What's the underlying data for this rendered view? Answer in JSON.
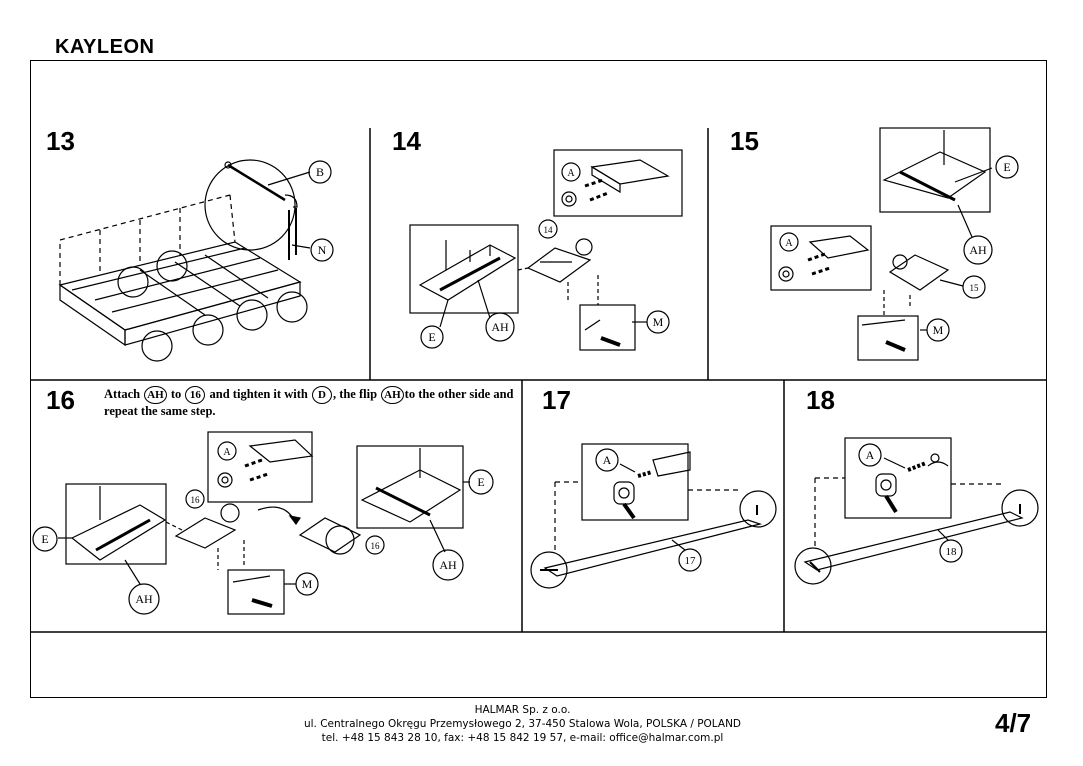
{
  "title": "KAYLEON",
  "steps": [
    {
      "number": "13"
    },
    {
      "number": "14"
    },
    {
      "number": "15"
    },
    {
      "number": "16"
    },
    {
      "number": "17"
    },
    {
      "number": "18"
    }
  ],
  "step16_instruction": {
    "w1": "Attach",
    "c1": "AH",
    "w2": "to",
    "c2": "16",
    "w3": "and tighten it with",
    "c3": "D",
    "w4": ", the flip",
    "c4": "AH",
    "w5": "to the other side and repeat the same step."
  },
  "callouts": {
    "s13_b": "B",
    "s13_n": "N",
    "s14_a": "A",
    "s14_num": "14",
    "s14_m": "M",
    "s14_e": "E",
    "s14_ah": "AH",
    "s15_e": "E",
    "s15_ah": "AH",
    "s15_a": "A",
    "s15_num": "15",
    "s15_m": "M",
    "s16_a": "A",
    "s16_num_left": "16",
    "s16_e_left": "E",
    "s16_ah_left": "AH",
    "s16_m": "M",
    "s16_e_right": "E",
    "s16_num_right": "16",
    "s16_ah_right": "AH",
    "s17_a": "A",
    "s17_num": "17",
    "s18_a": "A",
    "s18_num": "18"
  },
  "footer": {
    "company": "HALMAR Sp. z o.o.",
    "address": "ul. Centralnego Okręgu Przemysłowego 2, 37-450 Stalowa Wola, POLSKA / POLAND",
    "contact": "tel. +48 15 843 28 10, fax: +48 15 842 19 57, e-mail: office@halmar.com.pl"
  },
  "page_number": "4/7"
}
